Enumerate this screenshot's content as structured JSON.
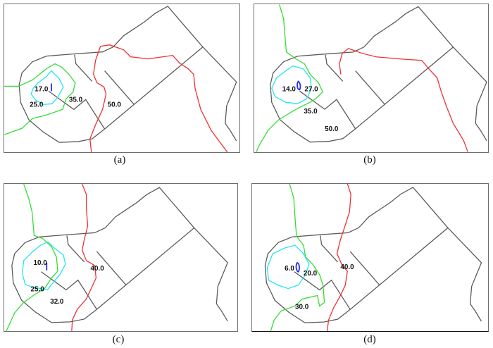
{
  "colors": {
    "boundary": "#5a5a5a",
    "green": "#33dd33",
    "cyan": "#22e5f0",
    "red": "#f03030",
    "blue": "#2a2aee"
  },
  "panels": [
    {
      "caption": "(a)",
      "labels": [
        "17.0",
        "25.0",
        "35.0",
        "50.0"
      ]
    },
    {
      "caption": "(b)",
      "labels": [
        "14.0",
        "27.0",
        "35.0",
        "50.0"
      ]
    },
    {
      "caption": "(c)",
      "labels": [
        "10.0",
        "25.0",
        "32.0",
        "40.0"
      ]
    },
    {
      "caption": "(d)",
      "labels": [
        "6.0",
        "20.0",
        "40.0",
        "30.0"
      ]
    }
  ]
}
